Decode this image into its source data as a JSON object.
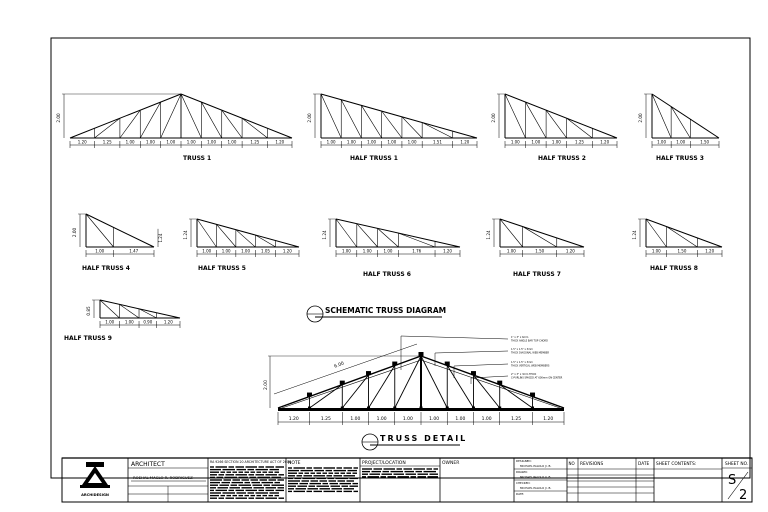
{
  "trusses": [
    {
      "label": "TRUSS 1",
      "height": "2.00",
      "spans": [
        "1.20",
        "1.25",
        "1.00",
        "1.00",
        "1.00",
        "1.00",
        "1.00",
        "1.00",
        "1.25",
        "1.20"
      ]
    },
    {
      "label": "HALF TRUSS 1",
      "height": "2.00",
      "spans": [
        "1.00",
        "1.00",
        "1.00",
        "1.00",
        "1.00",
        "1.51",
        "1.20"
      ]
    },
    {
      "label": "HALF TRUSS 2",
      "height": "2.00",
      "spans": [
        "1.00",
        "1.00",
        "1.00",
        "1.25",
        "1.20"
      ]
    },
    {
      "label": "HALF TRUSS 3",
      "height": "2.00",
      "spans": [
        "1.00",
        "1.00",
        "1.50"
      ]
    },
    {
      "label": "HALF TRUSS 4",
      "height": "2.00",
      "side": "1.24",
      "spans": [
        "1.00",
        "1.47"
      ]
    },
    {
      "label": "HALF TRUSS 5",
      "height": "1.24",
      "spans": [
        "1.00",
        "1.00",
        "1.00",
        "1.05",
        "1.20"
      ]
    },
    {
      "label": "HALF TRUSS 6",
      "height": "1.24",
      "spans": [
        "1.00",
        "1.00",
        "1.00",
        "1.76",
        "1.20"
      ]
    },
    {
      "label": "HALF TRUSS 7",
      "height": "1.24",
      "spans": [
        "1.00",
        "1.50",
        "1.20"
      ]
    },
    {
      "label": "HALF TRUSS 8",
      "height": "1.24",
      "spans": [
        "1.00",
        "1.50",
        "1.20"
      ]
    },
    {
      "label": "HALF TRUSS 9",
      "height": "0.85",
      "spans": [
        "1.00",
        "1.00",
        "0.90",
        "1.20"
      ]
    }
  ],
  "schematic_title": "SCHEMATIC TRUSS DIAGRAM",
  "detail": {
    "title": "TRUSS DETAIL",
    "height": "2.00",
    "rafter": "6.00",
    "spans": [
      "1.20",
      "1.25",
      "1.00",
      "1.00",
      "1.00",
      "1.00",
      "1.00",
      "1.00",
      "1.25",
      "1.20"
    ],
    "notes": [
      "1\" x 3\" x 6mm THICK ANGLE BAR TOP CHORD",
      "1.5\" x 1.5\" x 3mm THICK DIAGONAL WEB MEMBER",
      "1.5\" x 1.5\" x 3mm THICK VERTICAL WEB MEMBERS",
      "2\" x 3\" x 3mm THICK C-PURLINS SPACED AT 600mm ON CENTER"
    ]
  },
  "title_block": {
    "logo_text": "ARCHIDESIGN",
    "architect_label": "ARCHITECT",
    "architect_name": "ROEHAL MAGLO R. RODRIGUEZ",
    "code_ref": "RA 9266 SECTION 20 ARCHITECTURE ACT OF 2004",
    "note_label": "NOTE",
    "project_label": "PROJECT/LOCATION",
    "owner_label": "OWNER",
    "designed_label": "DESIGNED:",
    "drawn_label": "DRAWN:",
    "checked_label": "CHECKED:",
    "date_label": "DATE:",
    "staff_name": "MICHAEL PALOLO Jr. B.",
    "no_label": "NO",
    "revisions_label": "REVISIONS",
    "date_col_label": "DATE",
    "sheet_contents_label": "SHEET CONTENTS:",
    "sheet_no_label": "SHEET NO.",
    "sheet_letter": "S",
    "sheet_number": "2"
  }
}
